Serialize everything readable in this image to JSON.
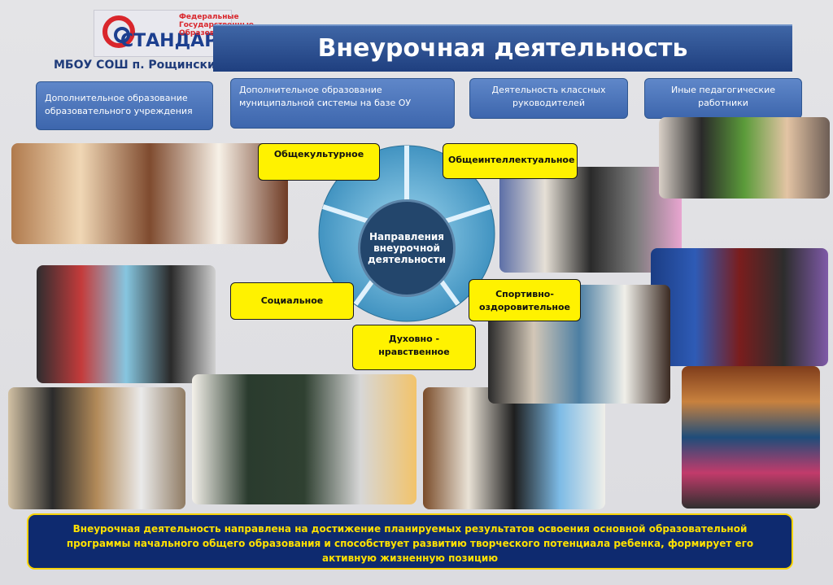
{
  "logo": {
    "word": "СТАНДАРТЫ",
    "small_line_1": "Федеральные",
    "small_line_2": "Государственные",
    "small_line_3": "Образовательные"
  },
  "school_name": "МБОУ СОШ п. Рощинский",
  "title": "Внеурочная деятельность",
  "top_boxes": [
    {
      "text": "Дополнительное образование образовательного учреждения"
    },
    {
      "text": "Дополнительное образование муниципальной системы на базе ОУ"
    },
    {
      "text": "Деятельность классных руководителей"
    },
    {
      "text": "Иные педагогические работники"
    }
  ],
  "center_label": "Направления внеурочной деятельности",
  "directions": [
    {
      "label": "Общекультурное"
    },
    {
      "label": "Общеинтеллектуальное"
    },
    {
      "label": "Социальное"
    },
    {
      "label": "Спортивно-оздоровительное"
    },
    {
      "label": "Духовно - нравственное"
    }
  ],
  "footer_text": "Внеурочная деятельность направлена на достижение планируемых результатов освоения основной образовательной программы начального общего образования и способствует развитию творческого потенциала ребенка, формирует его активную жизненную позицию",
  "colors": {
    "title_bar": "#1f3f7f",
    "box_blue": "#3d66ad",
    "label_yellow": "#fff200",
    "footer_bg": "#0e2a6f",
    "footer_text": "#ffe100",
    "wheel_center": "#23466c",
    "wheel_segments": "#5cb0d8"
  }
}
